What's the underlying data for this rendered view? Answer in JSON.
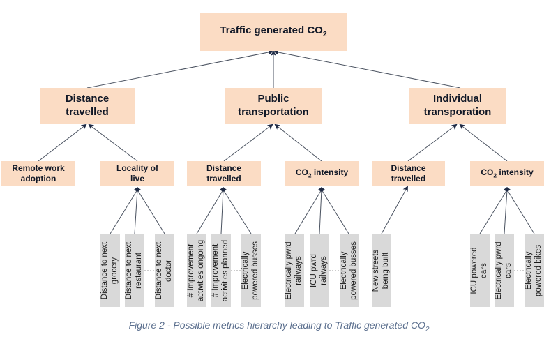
{
  "root": {
    "label": "Traffic generated CO",
    "sub": "2"
  },
  "level1": [
    {
      "label": "Distance travelled"
    },
    {
      "label": "Public transportation"
    },
    {
      "label": "Individual transporation"
    }
  ],
  "level2": [
    {
      "label": "Remote work adoption"
    },
    {
      "label": "Locality of live"
    },
    {
      "label": "Distance travelled"
    },
    {
      "label": "CO",
      "sub": "2",
      "suffix": " intensity"
    },
    {
      "label": "Distance travelled"
    },
    {
      "label": "CO",
      "sub": "2",
      "suffix": " intensity"
    }
  ],
  "leaves": [
    {
      "line1": "Distance to next",
      "line2": "grocery"
    },
    {
      "line1": "Distance to next",
      "line2": "restaurant"
    },
    {
      "line1": "Distance to next",
      "line2": "doctor"
    },
    {
      "line1": "# Improvement",
      "line2": "activities ongoing"
    },
    {
      "line1": "# Improvement",
      "line2": "activities planned"
    },
    {
      "line1": "Electrically",
      "line2": "powered busses"
    },
    {
      "line1": "Electrically pwrd",
      "line2": "railways"
    },
    {
      "line1": "ICU pwrd",
      "line2": "railways"
    },
    {
      "line1": "Electrically",
      "line2": "powered busses"
    },
    {
      "line1": "New streets",
      "line2": "being built"
    },
    {
      "line1": "ICU powered",
      "line2": "cars"
    },
    {
      "line1": "Electrically pwrd",
      "line2": "cars"
    },
    {
      "line1": "Electrically",
      "line2": "powered bikes"
    }
  ],
  "caption": {
    "text": "Figure 2 - Possible metrics hierarchy leading to Traffic generated CO",
    "sub": "2"
  },
  "colors": {
    "node": "#fbdcc4",
    "leaf": "#d9d9d9",
    "line": "#333f4f",
    "caption": "#5b6f8e"
  }
}
